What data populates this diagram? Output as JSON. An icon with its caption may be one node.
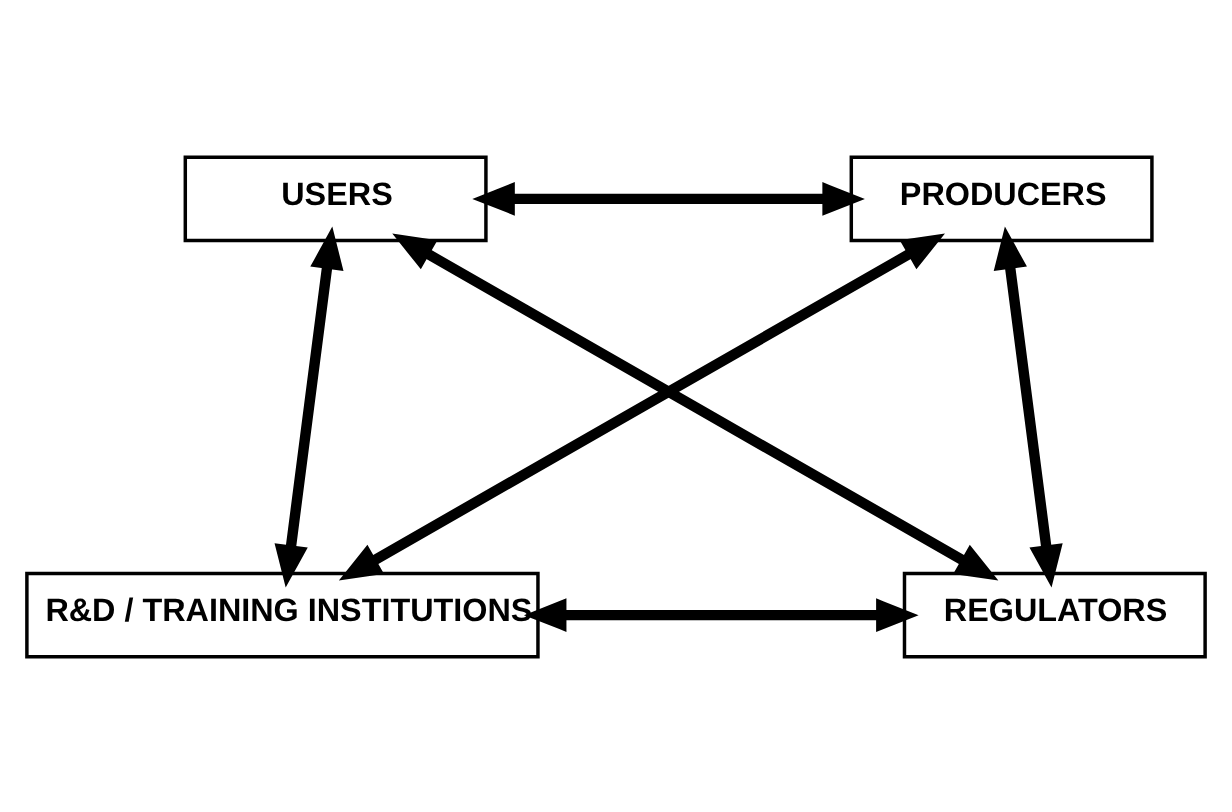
{
  "diagram": {
    "nodes": [
      {
        "text": [
          "USERS"
        ]
      },
      {
        "text": [
          "PRODUCERS"
        ]
      },
      {
        "text": [
          "R&D / TRAINING INSTITUTIONS"
        ]
      },
      {
        "text": [
          "REGULATORS"
        ]
      }
    ],
    "edges": [
      {
        "from": 0,
        "to": 1,
        "arrow": "both"
      },
      {
        "from": 0,
        "to": 2,
        "arrow": "both"
      },
      {
        "from": 1,
        "to": 3,
        "arrow": "both"
      },
      {
        "from": 2,
        "to": 3,
        "arrow": "both"
      },
      {
        "from": 0,
        "to": 3,
        "arrow": "both"
      },
      {
        "from": 1,
        "to": 2,
        "arrow": "both"
      }
    ]
  }
}
